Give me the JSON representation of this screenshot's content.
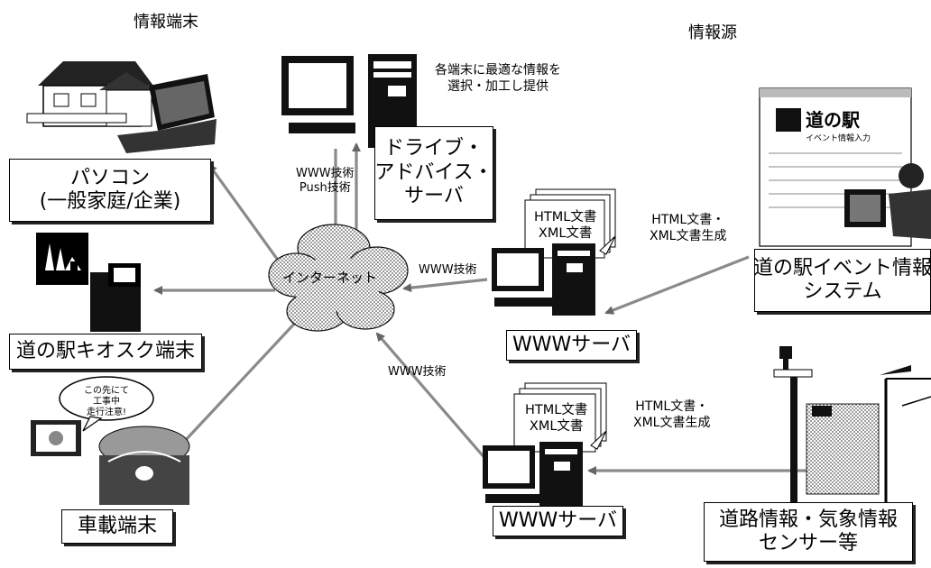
{
  "headings": {
    "terminals": "情報端末",
    "sources": "情報源"
  },
  "boxes": {
    "pc_line1": "パソコン",
    "pc_line2": "(一般家庭/企業)",
    "kiosk": "道の駅キオスク端末",
    "car": "車載端末",
    "drive_line1": "ドライブ・",
    "drive_line2": "アドバイス・",
    "drive_line3": "サーバ",
    "www_server_1": "WWWサーバ",
    "www_server_2": "WWWサーバ",
    "event_line1": "道の駅イベント情報",
    "event_line2": "システム",
    "sensor_line1": "道路情報・気象情報",
    "sensor_line2": "センサー等"
  },
  "labels": {
    "optimal_line1": "各端末に最適な情報を",
    "optimal_line2": "選択・加工し提供",
    "www_push_line1": "WWW技術",
    "www_push_line2": "Push技術",
    "www_tech_1": "WWW技術",
    "www_tech_2": "WWW技術",
    "internet": "インターネット",
    "doc_html_1": "HTML文書",
    "doc_xml_1": "XML文書",
    "doc_html_2": "HTML文書",
    "doc_xml_2": "XML文書",
    "gen1_line1": "HTML文書・",
    "gen1_line2": "XML文書生成",
    "gen2_line1": "HTML文書・",
    "gen2_line2": "XML文書生成",
    "bubble_line1": "この先にて",
    "bubble_line2": "工事中",
    "bubble_line3": "走行注意!",
    "event_screen_title": "道の駅",
    "event_screen_sub": "イベント情報入力"
  }
}
